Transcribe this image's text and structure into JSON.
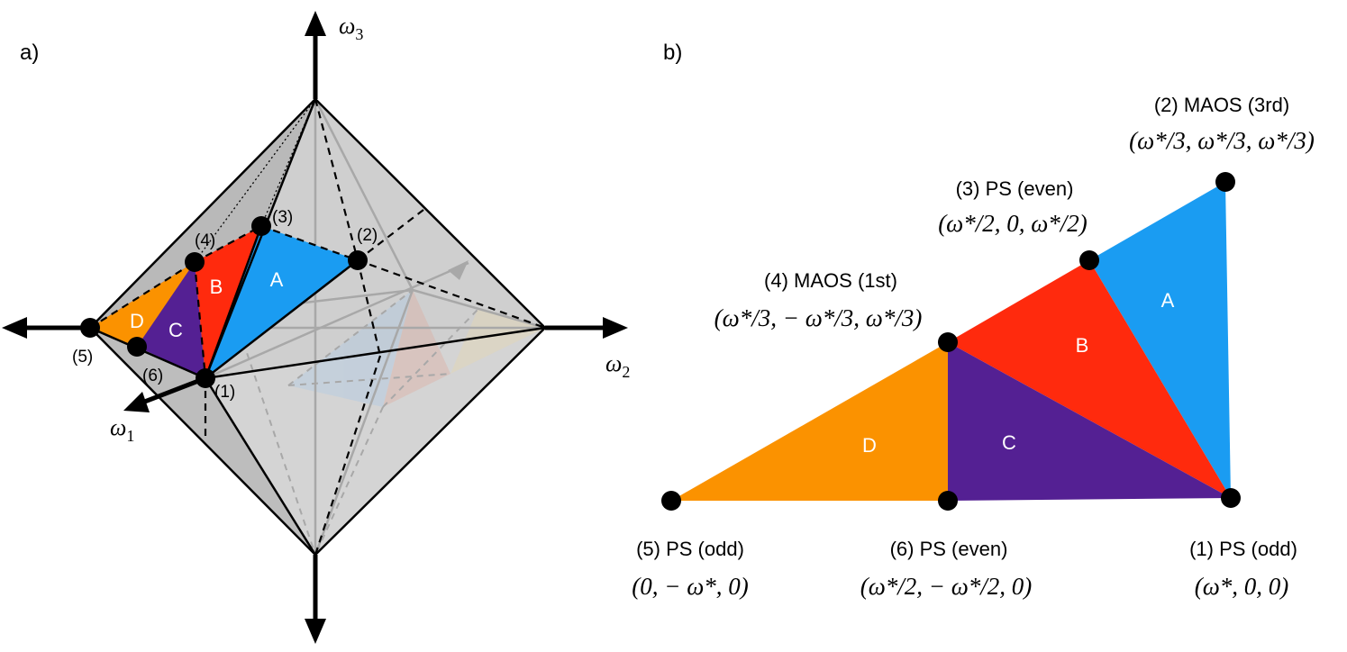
{
  "panel_a": {
    "label": "a)",
    "axes": {
      "w1": {
        "sym": "ω",
        "sub": "1"
      },
      "w2": {
        "sym": "ω",
        "sub": "2"
      },
      "w3": {
        "sym": "ω",
        "sub": "3"
      }
    },
    "points": [
      "(1)",
      "(2)",
      "(3)",
      "(4)",
      "(5)",
      "(6)"
    ],
    "regions": [
      "A",
      "B",
      "C",
      "D"
    ]
  },
  "panel_b": {
    "label": "b)",
    "regions": [
      "A",
      "B",
      "C",
      "D"
    ],
    "colors": {
      "A": "#1a9cf2",
      "B": "#ff2a0d",
      "C": "#542093",
      "D": "#fb9200"
    },
    "points": [
      {
        "id": "1",
        "label": "(1) PS (odd)",
        "coords": "(ω*, 0, 0)"
      },
      {
        "id": "2",
        "label": "(2) MAOS (3rd)",
        "coords": "(ω*/3, ω*/3, ω*/3)"
      },
      {
        "id": "3",
        "label": "(3) PS (even)",
        "coords": "(ω*/2, 0, ω*/2)"
      },
      {
        "id": "4",
        "label": "(4) MAOS (1st)",
        "coords": "(ω*/3, − ω*/3, ω*/3)"
      },
      {
        "id": "5",
        "label": "(5) PS (odd)",
        "coords": "(0, − ω*, 0)"
      },
      {
        "id": "6",
        "label": "(6) PS (even)",
        "coords": "(ω*/2, − ω*/2, 0)"
      }
    ]
  }
}
